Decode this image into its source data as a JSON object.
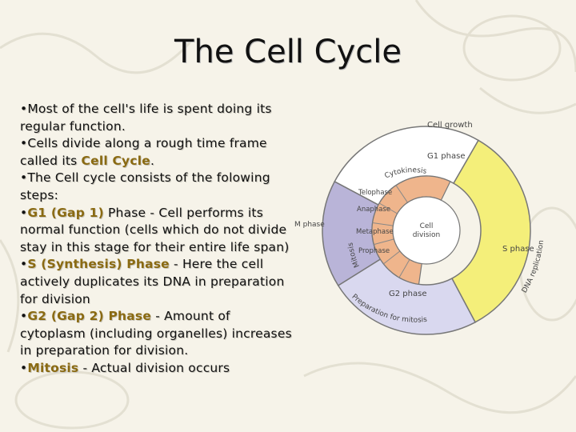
{
  "slide": {
    "title": "The Cell Cycle",
    "bullets": [
      {
        "text": "•Most of the cell's life is spent doing its regular function."
      },
      {
        "pre": "•Cells divide along a rough time frame called its ",
        "term": "Cell Cycle",
        "post": "."
      },
      {
        "text": "•The Cell cycle consists of the folowing steps:"
      },
      {
        "pre": "•",
        "term": "G1 (Gap 1)",
        "post": " Phase - Cell performs its normal function (cells which do not divide stay in this stage for their entire life span)"
      },
      {
        "pre": "•",
        "term": "S (Synthesis) Phase",
        "post": " - Here the cell actively duplicates its DNA in preparation for division"
      },
      {
        "pre": "•",
        "term": "G2 (Gap 2) Phase",
        "post": " - Amount of cytoplasm (including organelles) increases in preparation for division."
      },
      {
        "pre": "•",
        "term": "Mitosis",
        "post": " - Actual division occurs"
      }
    ]
  },
  "diagram": {
    "cell_growth": "Cell growth",
    "g1_phase": "G1 phase",
    "s_phase": "S phase",
    "dna_replication": "DNA replication",
    "g2_phase": "G2 phase",
    "prep_mitosis": "Preparation for mitosis",
    "m_phase": "M phase",
    "mitosis": "Mitosis",
    "cytokinesis": "Cytokinesis",
    "cell_division_1": "Cell",
    "cell_division_2": "division",
    "stages": [
      "Telophase",
      "Anaphase",
      "Metaphase",
      "Prophase"
    ],
    "colors": {
      "g1": "#ffffff",
      "s": "#f4ef7a",
      "g2": "#d9d8ef",
      "mitosis": "#b9b4d8",
      "m_ring": "#efb58c",
      "center": "#ffffff",
      "label": "#444444"
    }
  }
}
